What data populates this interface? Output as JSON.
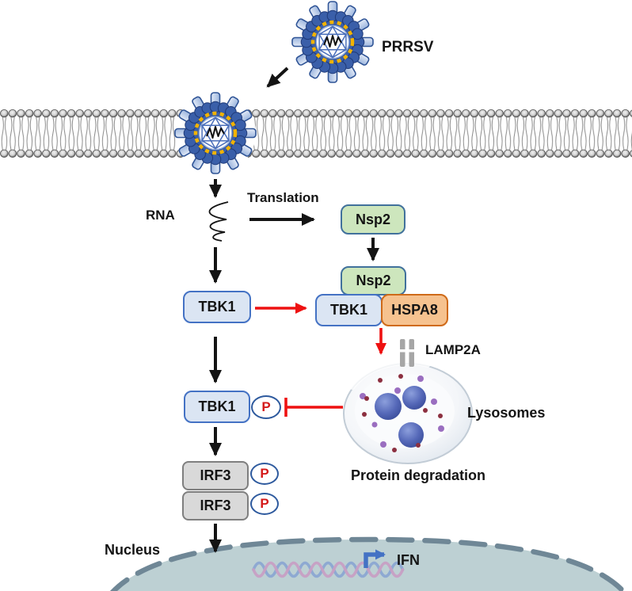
{
  "figure": {
    "virus_label": "PRRSV",
    "rna_label": "RNA",
    "translation_label": "Translation",
    "nsp2_top_label": "Nsp2",
    "nsp2_complex_label": "Nsp2",
    "tbk1_free_label": "TBK1",
    "tbk1_complex_label": "TBK1",
    "hspa8_label": "HSPA8",
    "tbk1_phos_label": "TBK1",
    "phospho_tbk1": "P",
    "irf3_top_label": "IRF3",
    "irf3_bottom_label": "IRF3",
    "phospho_irf3_top": "P",
    "phospho_irf3_bottom": "P",
    "lamp2a_label": "LAMP2A",
    "lysosomes_label": "Lysosomes",
    "protein_degradation_label": "Protein degradation",
    "nucleus_label": "Nucleus",
    "ifn_label": "IFN"
  },
  "colors": {
    "nsp2_fill": "#cde6bd",
    "nsp2_border": "#41719c",
    "tbk1_fill": "#dbe5f3",
    "tbk1_border": "#4472c4",
    "hspa8_fill": "#f6c28f",
    "hspa8_border": "#cf6a18",
    "irf3_fill": "#d9d9d9",
    "irf3_border": "#7f7f7f",
    "phospho_text": "#d41a1a",
    "phospho_ring": "#2e5a9e",
    "arrow_black": "#141414",
    "arrow_red": "#ee1111",
    "virus_envelope_blue": "#3a5fa9",
    "virus_spike_blue": "#b9cde8",
    "virus_matrix_yellow": "#f2b300",
    "membrane_gray": "#8a8a8a",
    "lysosome_blob_blue": "#4a5fb0",
    "lysosome_dot_purple": "#9a6ec0",
    "lysosome_dot_red": "#8c3040",
    "lamp2a_gray": "#a6a6a6",
    "nucleus_fill": "#bdd0d3",
    "nucleus_border": "#6f8796",
    "dna_pink": "#c79fc4",
    "dna_blue": "#8ea9d2",
    "ifn_arrow_blue": "#4472c4"
  }
}
